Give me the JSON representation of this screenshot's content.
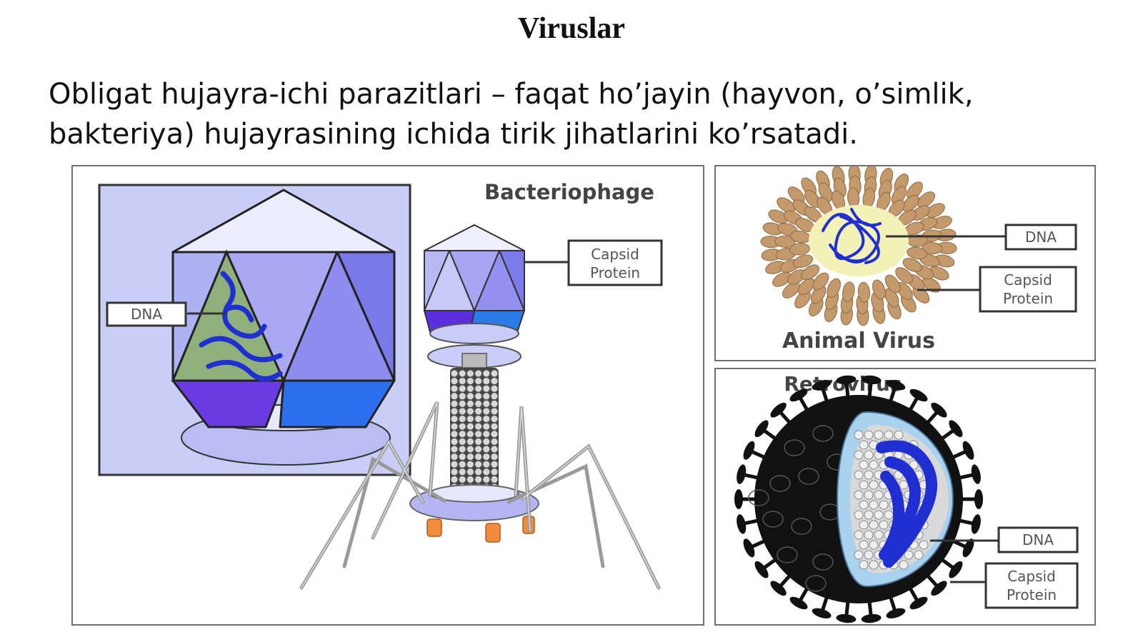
{
  "page": {
    "title": "Viruslar",
    "subtitle": "Obligat hujayra-ichi parazitlari – faqat ho’jayin (hayvon, o’simlik, bakteriya) hujayrasining ichida tirik jihatlarini ko’rsatadi."
  },
  "bacteriophage": {
    "title": "Bacteriophage",
    "dna_label": "DNA",
    "capsid_label_line1": "Capsid",
    "capsid_label_line2": "Protein"
  },
  "animal_virus": {
    "title": "Animal Virus",
    "dna_label": "DNA",
    "capsid_label_line1": "Capsid",
    "capsid_label_line2": "Protein"
  },
  "retrovirus": {
    "title": "Retrovirus",
    "dna_label": "DNA",
    "capsid_label_line1": "Capsid",
    "capsid_label_line2": "Protein"
  },
  "colors": {
    "capsid_light": "#b8bcf2",
    "capsid_mid": "#8c8cf0",
    "capsid_dark": "#5a3fd6",
    "dna_blue": "#1f2fd1",
    "animal_protein": "#c49a6c",
    "retro_envelope": "#111111",
    "tail_fiber": "#a0a0a0"
  }
}
